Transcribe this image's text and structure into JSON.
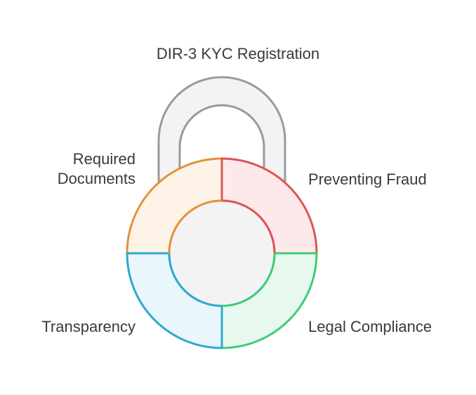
{
  "title": "DIR-3 KYC Registration",
  "segments": [
    {
      "id": "required-documents",
      "lines": [
        "Required",
        "Documents"
      ],
      "fill": "#fef3e7",
      "stroke": "#e5913a",
      "position": "top-left"
    },
    {
      "id": "preventing-fraud",
      "lines": [
        "Preventing Fraud"
      ],
      "fill": "#fde9e9",
      "stroke": "#de5454",
      "position": "top-right"
    },
    {
      "id": "transparency",
      "lines": [
        "Transparency"
      ],
      "fill": "#e9f6fc",
      "stroke": "#2ca9cc",
      "position": "bottom-left"
    },
    {
      "id": "legal-compliance",
      "lines": [
        "Legal Compliance"
      ],
      "fill": "#e7f8ee",
      "stroke": "#3fcb7a",
      "position": "bottom-right"
    }
  ],
  "colors": {
    "shackle_fill": "#f3f3f3",
    "shackle_stroke": "#9a9a9a",
    "center_fill": "#f3f3f3",
    "text": "#3a3a3a"
  },
  "icons": [
    "padlock-icon"
  ]
}
